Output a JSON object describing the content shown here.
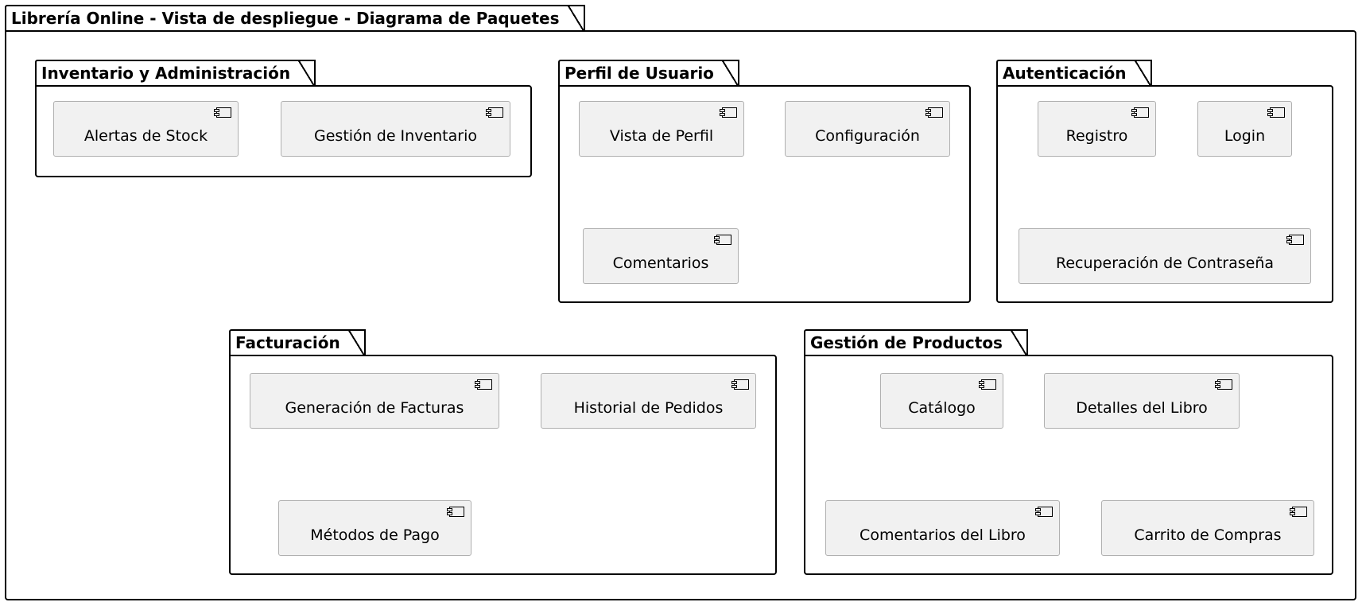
{
  "root_title": "Librería Online - Vista de despliegue - Diagrama de Paquetes",
  "packages": [
    {
      "title": "Inventario y Administración",
      "components": [
        "Alertas de Stock",
        "Gestión de Inventario"
      ]
    },
    {
      "title": "Perfil de Usuario",
      "components": [
        "Vista de Perfil",
        "Configuración",
        "Comentarios"
      ]
    },
    {
      "title": "Autenticación",
      "components": [
        "Registro",
        "Login",
        "Recuperación de Contraseña"
      ]
    },
    {
      "title": "Facturación",
      "components": [
        "Generación de Facturas",
        "Historial de Pedidos",
        "Métodos de Pago"
      ]
    },
    {
      "title": "Gestión de Productos",
      "components": [
        "Catálogo",
        "Detalles del Libro",
        "Comentarios del Libro",
        "Carrito de Compras"
      ]
    }
  ],
  "component_icon": "component-icon"
}
